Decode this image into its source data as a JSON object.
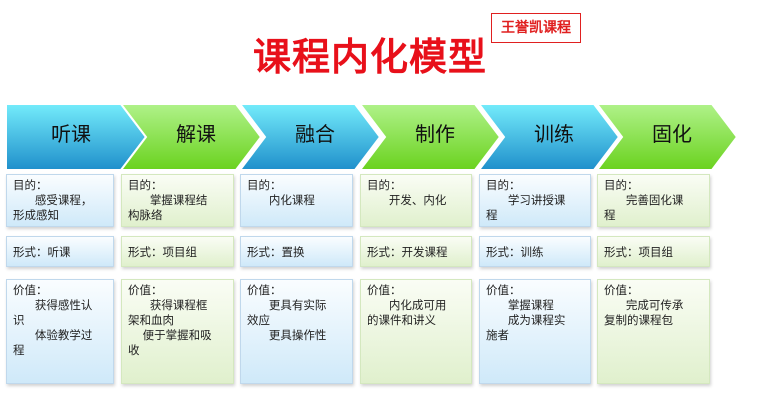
{
  "title": "课程内化模型",
  "badge": "王誉凯课程",
  "colors": {
    "title": "#e8101a",
    "blue": "#3fb6e6",
    "green": "#8ad84a"
  },
  "stages": [
    {
      "label": "听课",
      "theme": "blue",
      "purpose": [
        "目的：",
        "      感受课程，",
        "形成感知"
      ],
      "form": "形式：听课",
      "value": [
        "价值：",
        "      获得感性认",
        "识",
        "      体验教学过",
        "程"
      ]
    },
    {
      "label": "解课",
      "theme": "green",
      "purpose": [
        "目的：",
        "      掌握课程结",
        "构脉络"
      ],
      "form": "形式：项目组",
      "value": [
        "价值：",
        "      获得课程框",
        "架和血肉",
        "    便于掌握和吸",
        "收"
      ]
    },
    {
      "label": "融合",
      "theme": "blue",
      "purpose": [
        "目的：",
        "      内化课程"
      ],
      "form": "形式：置换",
      "value": [
        "价值：",
        "      更具有实际",
        "效应",
        "      更具操作性"
      ]
    },
    {
      "label": "制作",
      "theme": "green",
      "purpose": [
        "目的：",
        "      开发、内化"
      ],
      "form": "形式：开发课程",
      "value": [
        "价值：",
        "      内化成可用",
        "的课件和讲义"
      ]
    },
    {
      "label": "训练",
      "theme": "blue",
      "purpose": [
        "目的：",
        "      学习讲授课",
        "程"
      ],
      "form": "形式：训练",
      "value": [
        "价值：",
        "      掌握课程",
        "      成为课程实",
        "施者"
      ]
    },
    {
      "label": "固化",
      "theme": "green",
      "purpose": [
        "目的：",
        "      完善固化课",
        "程"
      ],
      "form": "形式：项目组",
      "value": [
        "价值：",
        "      完成可传承",
        "复制的课程包"
      ]
    }
  ]
}
